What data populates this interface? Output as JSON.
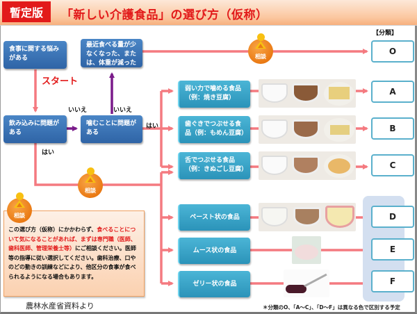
{
  "header": {
    "badge": "暫定版",
    "title": "「新しい介護食品」の選び方（仮称）"
  },
  "flow": {
    "start_box": "食事に関する悩みがある",
    "start_label": "スタート",
    "swallow_box": "飲み込みに問題がある",
    "chew_box": "噛むことに問題がある",
    "appetite_box": "最近食べる量が少なくなった、または、体重が減った",
    "labels": {
      "no1": "いいえ",
      "no2": "いいえ",
      "yes_chew": "はい",
      "yes_swallow": "はい"
    },
    "consult_label": "相談"
  },
  "classification_header": "【分類】",
  "foods": [
    {
      "label": "弱い力で噛める食品（例：焼き豆腐）",
      "class": "A",
      "photos": [
        "rice-porridge",
        "stew",
        "tofu-block"
      ]
    },
    {
      "label": "歯ぐきでつぶせる食品（例：もめん豆腐）",
      "class": "B",
      "photos": [
        "soft-rice",
        "soft-stew",
        "tofu-spoon"
      ]
    },
    {
      "label": "舌でつぶせる食品（例：きぬごし豆腐）",
      "class": "C",
      "photos": [
        "porridge",
        "minced-stew",
        "mashed"
      ]
    },
    {
      "label": "ペースト状の食品",
      "class": "D",
      "photos": [
        "paste-white",
        "paste-brown",
        "paste-cream"
      ]
    },
    {
      "label": "ムース状の食品",
      "class": "E",
      "photos": [
        "mousse"
      ]
    },
    {
      "label": "ゼリー状の食品",
      "class": "F",
      "photos": [
        "jelly-spoon"
      ]
    }
  ],
  "class_o": "O",
  "note": {
    "consult_label": "相談",
    "text_part1": "この選び方（仮称）にかかわらず、",
    "text_red": "食べることについて気になることがあれば、まずは専門職（医師、歯科医師、管理栄養士等）",
    "text_part2": "にご相談ください。医師等の指導に従い選択してください。歯科治療、口やのどの動きの訓練などにより、他区分の食事が食べられるようになる場合もあります。"
  },
  "source": "農林水産省資料より",
  "footnote": "＊分類のO、「A〜C」、「D〜F」は異なる色で区別する予定",
  "colors": {
    "accent_red": "#e21a1a",
    "arrow_pink": "#f47a80",
    "arrow_purple": "#7a1b8a",
    "decision_blue": "#2f64a6",
    "food_teal": "#2b93b9",
    "consult_orange": "#ea7a14"
  }
}
